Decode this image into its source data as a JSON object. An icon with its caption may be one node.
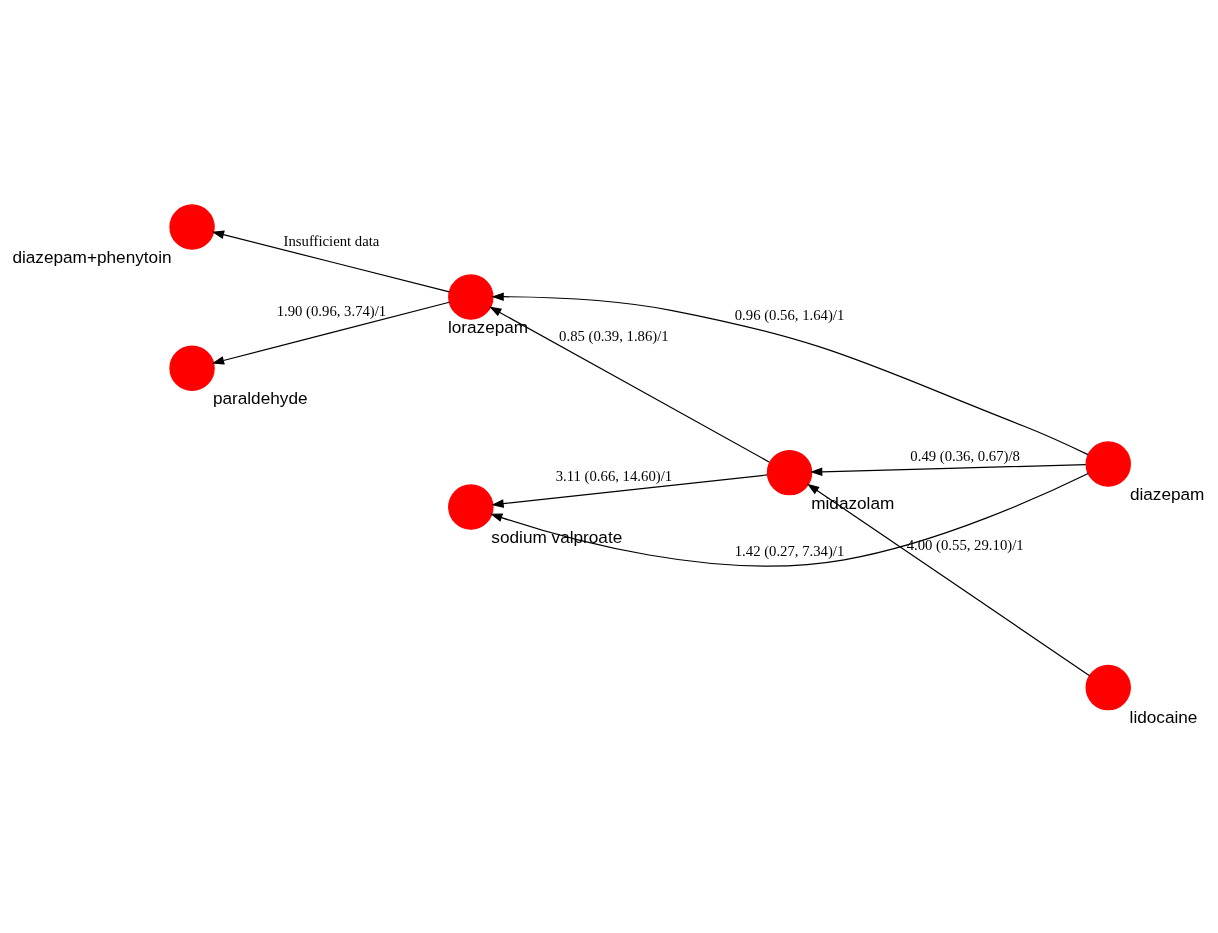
{
  "diagram": {
    "nodes": [
      {
        "text": [],
        "shape": "circle",
        "beside": [
          "lidocaine"
        ]
      },
      {
        "text": [],
        "shape": "circle",
        "beside": [
          "diazepam+phenytoin"
        ]
      },
      {
        "text": [],
        "shape": "circle",
        "beside": [
          "lorazepam"
        ]
      },
      {
        "text": [],
        "shape": "circle",
        "beside": [
          "diazepam"
        ]
      },
      {
        "text": [],
        "shape": "circle",
        "beside": [
          "midazolam"
        ]
      },
      {
        "text": [],
        "shape": "circle",
        "beside": [
          "paraldehyde"
        ]
      },
      {
        "text": [],
        "shape": "circle",
        "beside": [
          "sodium valproate"
        ]
      }
    ],
    "edges": [
      {
        "from": 0,
        "to": 4,
        "arrow": "to",
        "label": "4.00 (0.55, 29.10)/1"
      },
      {
        "from": 2,
        "to": 1,
        "arrow": "to",
        "label": "Insufficient data"
      },
      {
        "from": 3,
        "to": 2,
        "arrow": "to",
        "label": "0.96 (0.56, 1.64)/1"
      },
      {
        "from": 2,
        "to": 5,
        "arrow": "to",
        "label": "1.90 (0.96, 3.74)/1"
      },
      {
        "from": 3,
        "to": 4,
        "arrow": "to",
        "label": "0.49 (0.36, 0.67)/8"
      },
      {
        "from": 3,
        "to": 6,
        "arrow": "to",
        "label": "1.42 (0.27, 7.34)/1"
      },
      {
        "from": 4,
        "to": 2,
        "arrow": "to",
        "label": "0.85 (0.39, 1.86)/1"
      },
      {
        "from": 4,
        "to": 6,
        "arrow": "to",
        "label": "3.11 (0.66, 14.60)/1"
      }
    ]
  }
}
